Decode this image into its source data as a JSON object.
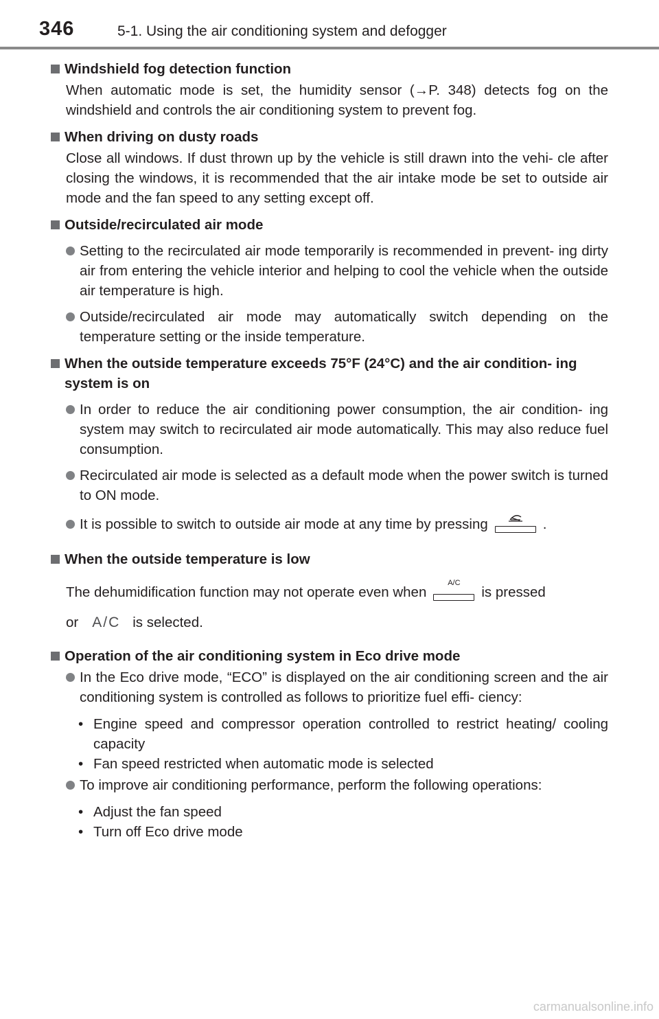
{
  "header": {
    "page_number": "346",
    "section_title": "5-1. Using the air conditioning system and defogger"
  },
  "sections": [
    {
      "title": "Windshield fog detection function",
      "text": "When automatic mode is set, the humidity sensor (→P. 348) detects fog on the windshield and controls the air conditioning system to prevent fog."
    },
    {
      "title": "When driving on dusty roads",
      "text": "Close all windows. If dust thrown up by the vehicle is still drawn into the vehi- cle after closing the windows, it is recommended that the air intake mode be set to outside air mode and the fan speed to any setting except off."
    },
    {
      "title": "Outside/recirculated air mode",
      "bullets": [
        "Setting to the recirculated air mode temporarily is recommended in prevent- ing dirty air from entering the vehicle interior and helping to cool the vehicle when the outside air temperature is high.",
        "Outside/recirculated air mode may automatically switch depending on the temperature setting or the inside temperature."
      ]
    },
    {
      "title": "When the outside temperature exceeds 75°F (24°C) and the air condition- ing system is on",
      "bullets": [
        "In order to reduce the air conditioning power consumption, the air condition- ing system may switch to recirculated air mode automatically. This may also reduce fuel consumption.",
        "Recirculated air mode is selected as a default mode when the power switch is turned to ON mode."
      ],
      "button_bullet": {
        "text": "It is possible to switch to outside air mode at any time by pressing",
        "end": "."
      }
    },
    {
      "title": "When the outside temperature is low",
      "line1_before": "The dehumidification function may not operate even when",
      "button_label": "A/C",
      "line1_after": "is pressed",
      "line2_before": "or",
      "screen_label": "A/C",
      "line2_after": "is selected."
    },
    {
      "title": "Operation of the air conditioning system in Eco drive mode",
      "bullet1": "In the Eco drive mode, “ECO” is displayed on the air conditioning screen and the air conditioning system is controlled as follows to prioritize fuel effi- ciency:",
      "bullet1_subs": [
        "Engine speed and compressor operation controlled to restrict heating/ cooling capacity",
        "Fan speed restricted when automatic mode is selected"
      ],
      "bullet2": "To improve air conditioning performance, perform the following operations:",
      "bullet2_subs": [
        "Adjust the fan speed",
        "Turn off Eco drive mode"
      ]
    }
  ],
  "watermark": "carmanualsonline.info"
}
